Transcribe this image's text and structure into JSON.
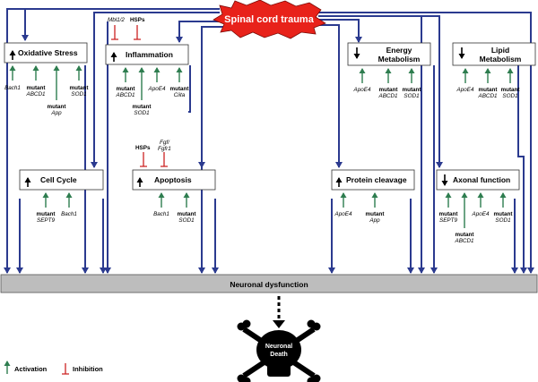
{
  "trauma": {
    "label": "Spinal cord trauma",
    "color": "#e8221a"
  },
  "boxes": {
    "oxidative": "Oxidative Stress",
    "inflammation": "Inflammation",
    "energy_1": "Energy",
    "energy_2": "Metabolism",
    "lipid_1": "Lipid",
    "lipid_2": "Metabolism",
    "cellcycle": "Cell Cycle",
    "apoptosis": "Apoptosis",
    "protein": "Protein cleavage",
    "axonal": "Axonal function"
  },
  "direction_arrows": {
    "oxidative": "up",
    "inflammation": "up",
    "energy": "down",
    "lipid": "down",
    "cellcycle": "up",
    "apoptosis": "up",
    "protein": "up",
    "axonal": "down"
  },
  "inhibitors": {
    "mbl": "Mbl1/2",
    "hsps_top": "HSPs",
    "hsps_apop": "HSPs",
    "fgf_1": "Fgf/",
    "fgf_2": "Fgfr1"
  },
  "factors": {
    "ox_bach1": "Bach1",
    "ox_mut_abcd1_a": "mutant",
    "ox_mut_abcd1_b": "ABCD1",
    "ox_mut_app_a": "mutant",
    "ox_mut_app_b": "App",
    "ox_mut_sod1_a": "mutant",
    "ox_mut_sod1_b": "SOD1",
    "inf_mut_abcd1_a": "mutant",
    "inf_mut_abcd1_b": "ABCD1",
    "inf_mut_sod1_a": "mutant",
    "inf_mut_sod1_b": "SOD1",
    "inf_apoe4": "ApoE4",
    "inf_mut_ciita_a": "mutant",
    "inf_mut_ciita_b": "Ciita",
    "en_apoe4": "ApoE4",
    "en_mut_abcd1_a": "mutant",
    "en_mut_abcd1_b": "ABCD1",
    "en_mut_sod1_a": "mutant",
    "en_mut_sod1_b": "SOD1",
    "lip_apoe4": "ApoE4",
    "lip_mut_abcd1_a": "mutant",
    "lip_mut_abcd1_b": "ABCD1",
    "lip_mut_sod1_a": "mutant",
    "lip_mut_sod1_b": "SOD1",
    "cc_mut_sept9_a": "mutant",
    "cc_mut_sept9_b": "SEPT9",
    "cc_bach1": "Bach1",
    "ap_bach1": "Bach1",
    "ap_mut_sod1_a": "mutant",
    "ap_mut_sod1_b": "SOD1",
    "pc_apoe4": "ApoE4",
    "pc_mut_app_a": "mutant",
    "pc_mut_app_b": "App",
    "ax_mut_sept9_a": "mutant",
    "ax_mut_sept9_b": "SEPT9",
    "ax_mut_abcd1_a": "mutant",
    "ax_mut_abcd1_b": "ABCD1",
    "ax_apoe4": "ApoE4",
    "ax_mut_sod1_a": "mutant",
    "ax_mut_sod1_b": "SOD1"
  },
  "dysfunction": {
    "label": "Neuronal dysfunction",
    "color": "#bdbdbd"
  },
  "death": {
    "line1": "Neuronal",
    "line2": "Death"
  },
  "legend": {
    "activation": "Activation",
    "inhibition": "Inhibition",
    "activation_color": "#2e7d4f",
    "inhibition_color": "#cc2222"
  },
  "colors": {
    "pathway_arrow": "#2b3a8f"
  }
}
